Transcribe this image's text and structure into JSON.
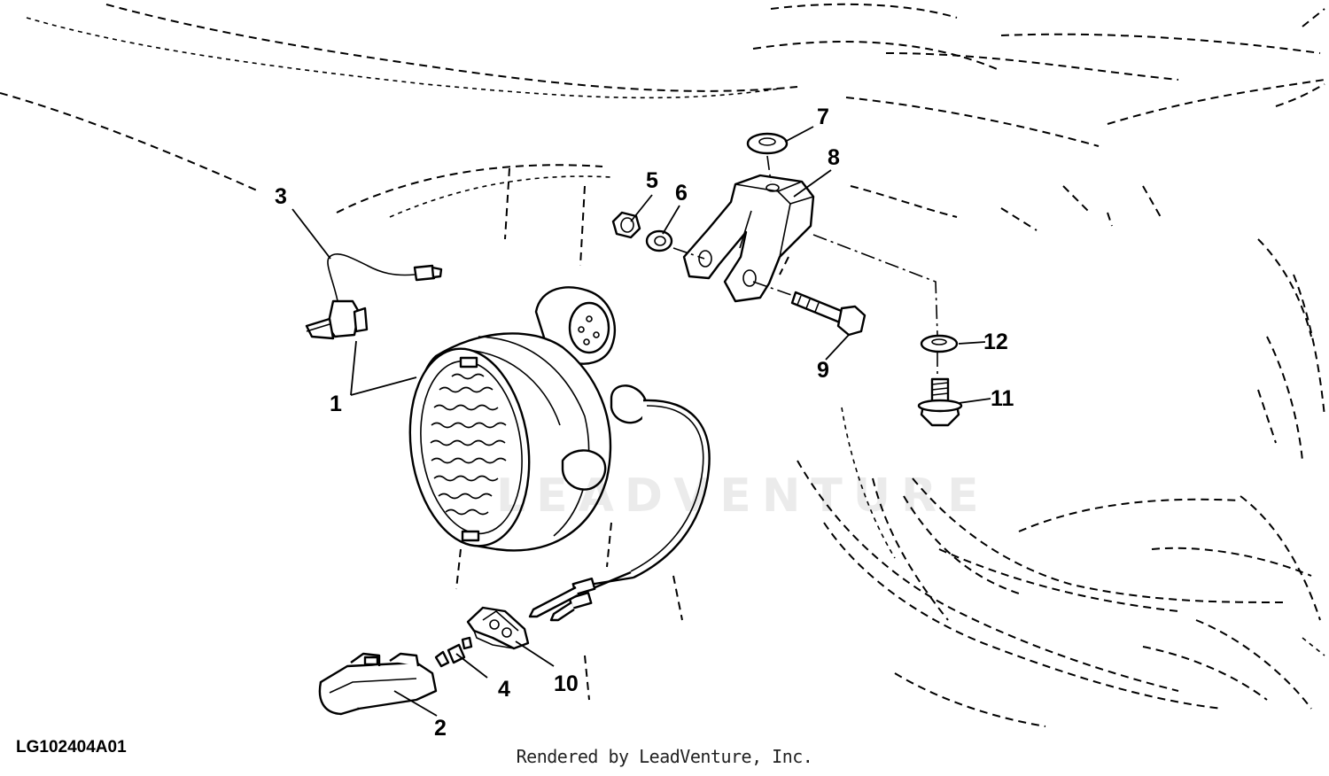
{
  "figure": {
    "document_id": "LG102404A01",
    "credit": "Rendered by LeadVenture, Inc.",
    "watermark": "LEADVENTURE"
  },
  "callouts": [
    {
      "id": "1",
      "label": "1"
    },
    {
      "id": "2",
      "label": "2"
    },
    {
      "id": "3",
      "label": "3"
    },
    {
      "id": "4",
      "label": "4"
    },
    {
      "id": "5",
      "label": "5"
    },
    {
      "id": "6",
      "label": "6"
    },
    {
      "id": "7",
      "label": "7"
    },
    {
      "id": "8",
      "label": "8"
    },
    {
      "id": "9",
      "label": "9"
    },
    {
      "id": "10",
      "label": "10"
    },
    {
      "id": "11",
      "label": "11"
    },
    {
      "id": "12",
      "label": "12"
    }
  ],
  "colors": {
    "line": "#000000",
    "background": "#ffffff"
  }
}
